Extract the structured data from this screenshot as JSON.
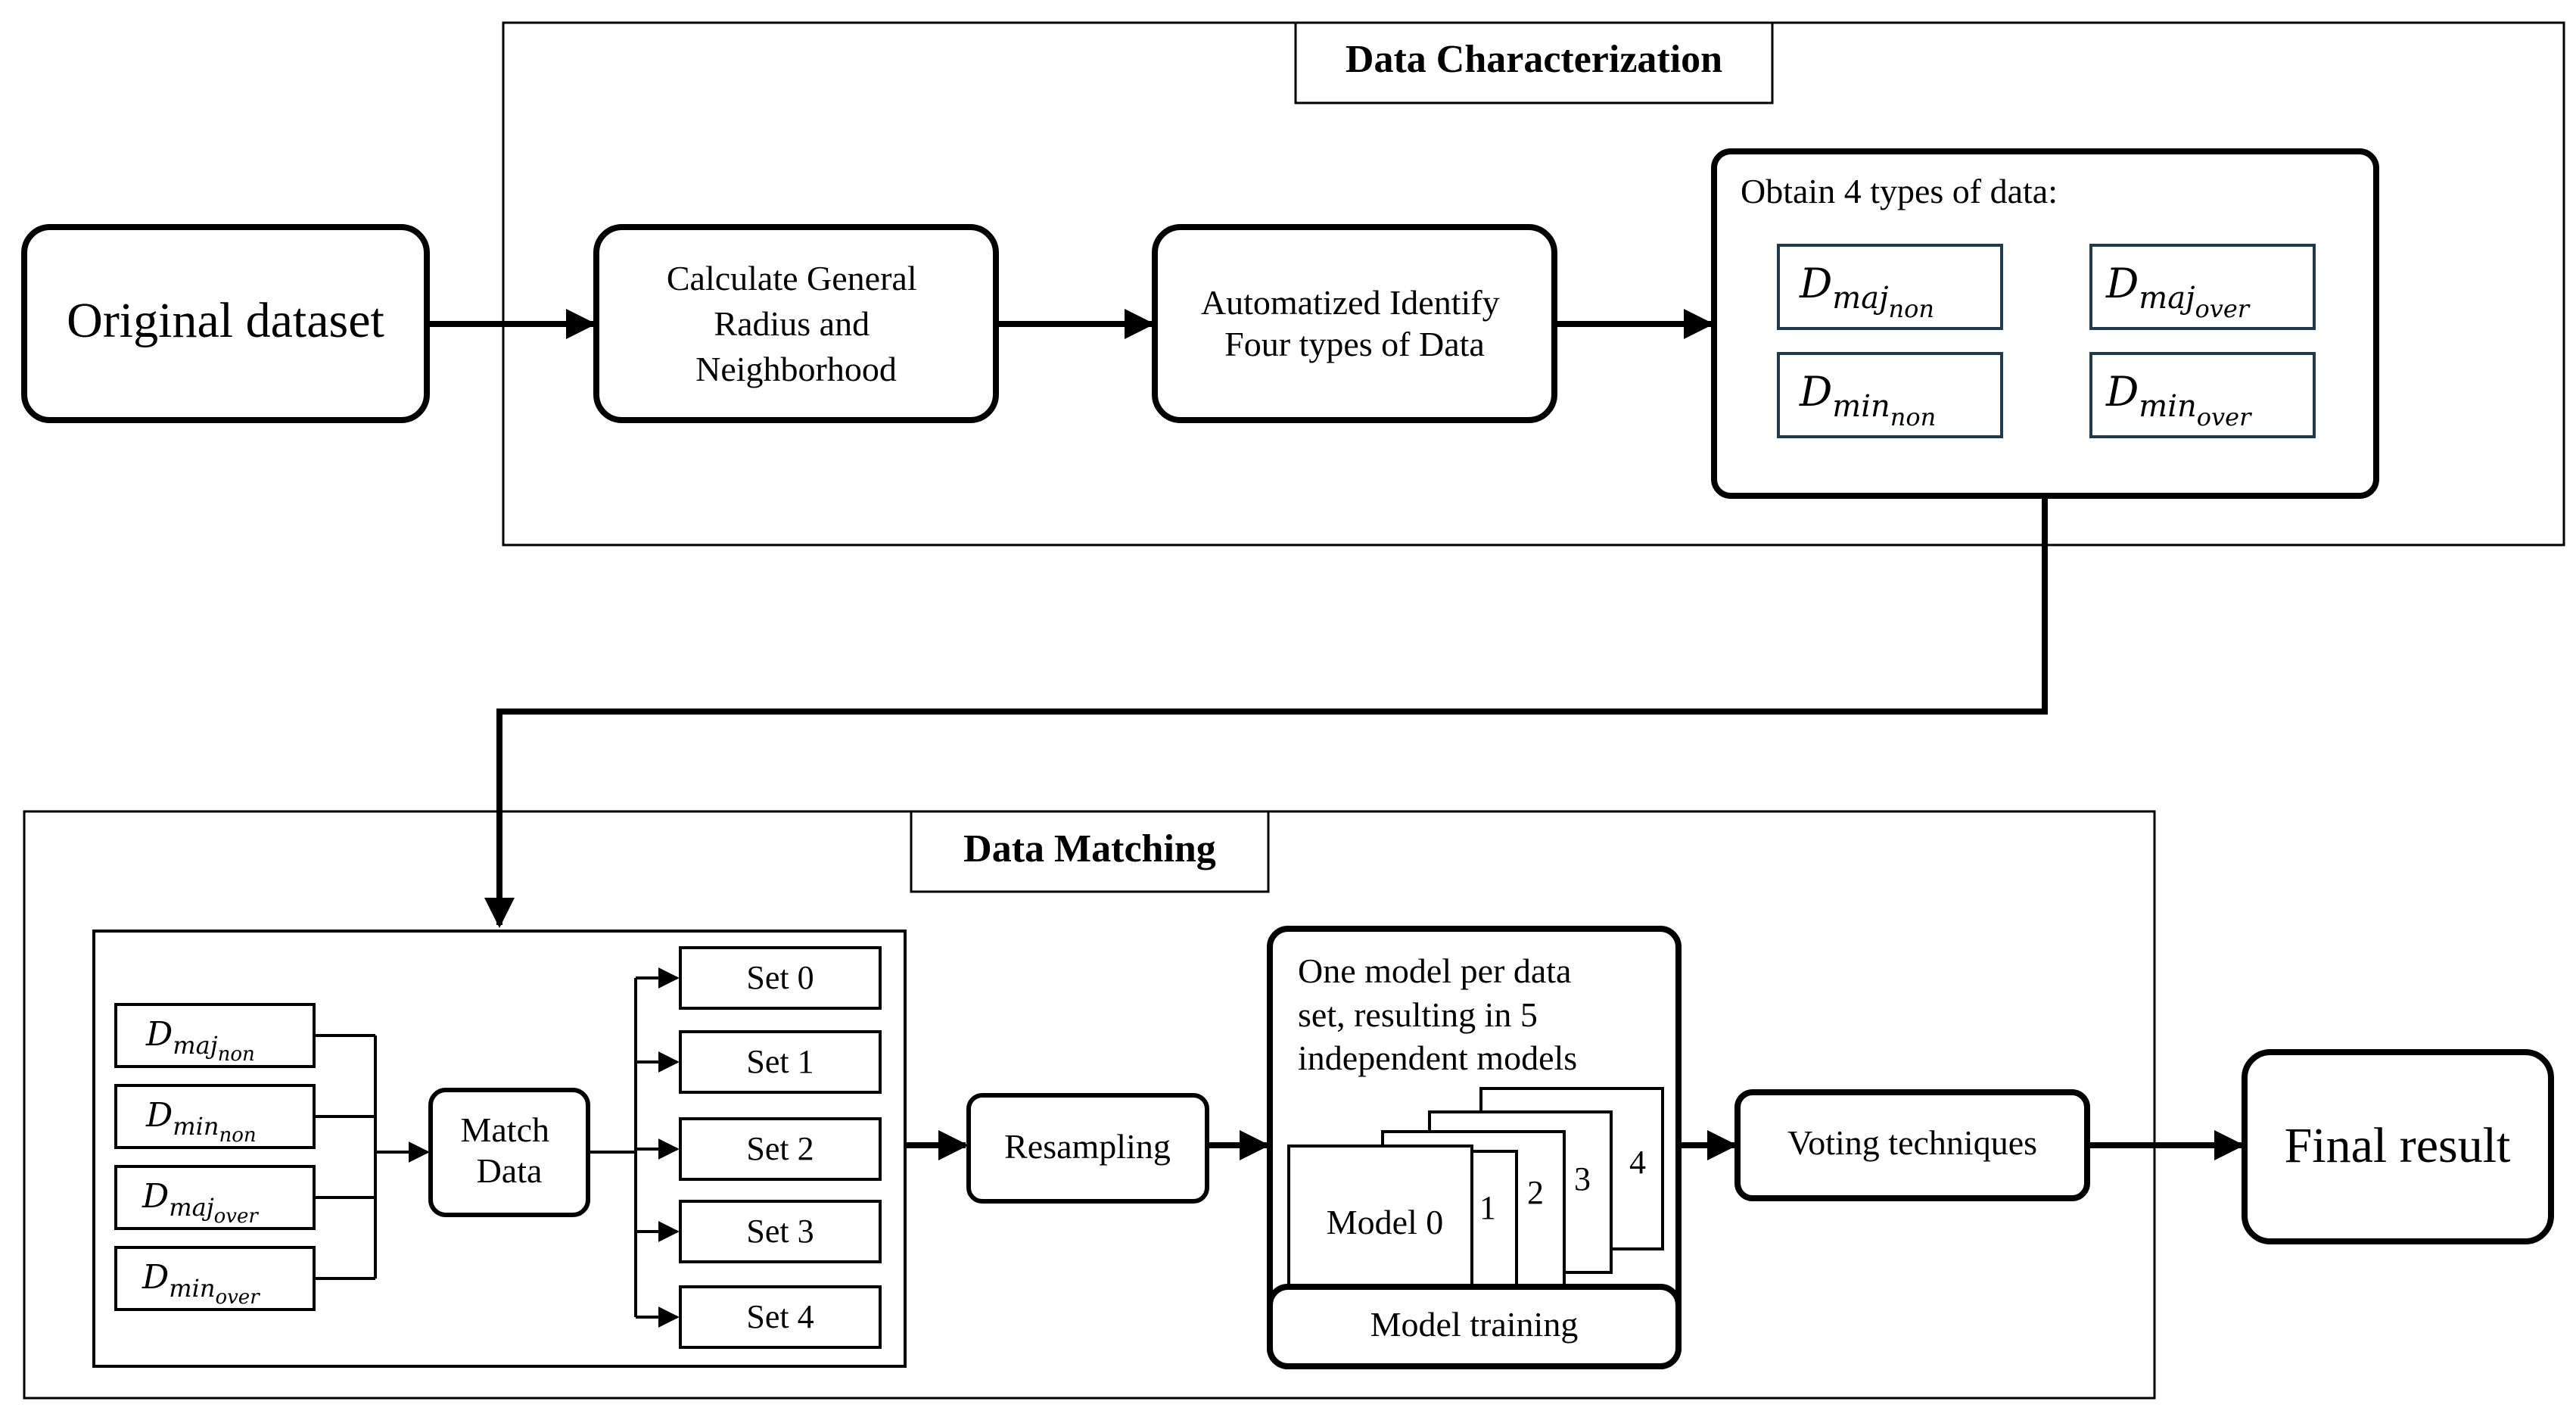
{
  "original_dataset": "Original dataset",
  "characterization": {
    "title": "Data Characterization",
    "step1": [
      "Calculate General",
      "Radius and",
      "Neighborhood"
    ],
    "step2": [
      "Automatized Identify",
      "Four types of Data"
    ],
    "obtain_label": "Obtain 4 types of data:"
  },
  "data_types": {
    "maj_non": {
      "base": "D",
      "sub": "maj",
      "subsub": "non"
    },
    "maj_over": {
      "base": "D",
      "sub": "maj",
      "subsub": "over"
    },
    "min_non": {
      "base": "D",
      "sub": "min",
      "subsub": "non"
    },
    "min_over": {
      "base": "D",
      "sub": "min",
      "subsub": "over"
    }
  },
  "matching": {
    "title": "Data Matching",
    "match": [
      "Match",
      "Data"
    ],
    "sets": [
      "Set 0",
      "Set 1",
      "Set 2",
      "Set 3",
      "Set 4"
    ],
    "resampling": "Resampling",
    "model_caption": [
      "One model per data",
      "set, resulting in 5",
      "independent models"
    ],
    "models": [
      "Model 0",
      "1",
      "2",
      "3",
      "4"
    ],
    "model_training": "Model training",
    "voting": "Voting techniques"
  },
  "final_result": "Final result",
  "colors": {
    "line": "#000000",
    "data_box_border": "#1f3a4d",
    "background": "#ffffff"
  }
}
